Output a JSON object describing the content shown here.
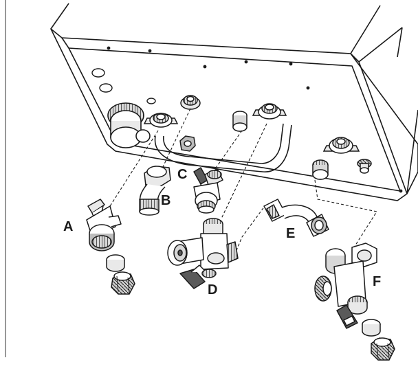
{
  "diagram": {
    "labels": [
      {
        "id": "A",
        "text": "A"
      },
      {
        "id": "B",
        "text": "B"
      },
      {
        "id": "C",
        "text": "C"
      },
      {
        "id": "D",
        "text": "D"
      },
      {
        "id": "E",
        "text": "E"
      },
      {
        "id": "F",
        "text": "F"
      }
    ]
  },
  "colors": {
    "line": "#1a1a1a",
    "fill_white": "#ffffff",
    "fill_light": "#e9e9e9",
    "fill_mid": "#bdbdbd",
    "fill_dark": "#5a5a5a"
  }
}
